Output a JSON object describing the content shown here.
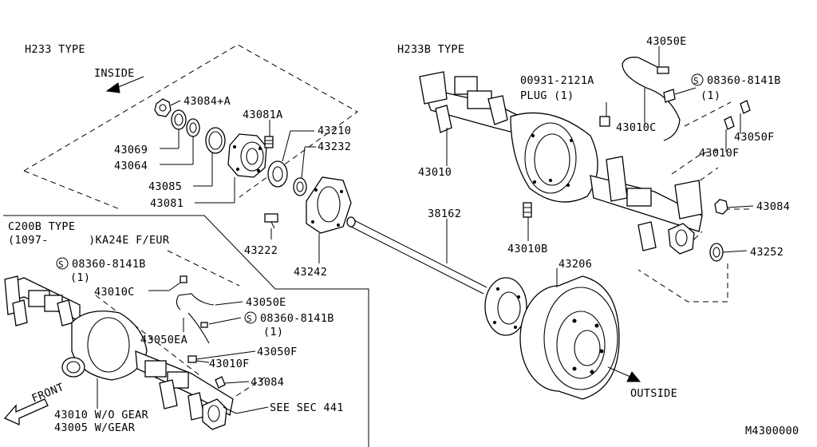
{
  "sections": {
    "h233": "H233 TYPE",
    "h233b": "H233B TYPE",
    "c200b": "C200B TYPE",
    "c200b_note": "(1097-      )KA24E F/EUR"
  },
  "directions": {
    "inside": "INSIDE",
    "outside": "OUTSIDE",
    "front": "FRONT"
  },
  "diagram_id": "M4300000",
  "callouts": {
    "p43084a": "43084+A",
    "p43069": "43069",
    "p43064": "43064",
    "p43085": "43085",
    "p43081": "43081",
    "p43081a": "43081A",
    "p43210": "43210",
    "p43232": "43232",
    "p43222": "43222",
    "p43242": "43242",
    "p43050e_top": "43050E",
    "p00931": "00931-2121A",
    "plug": "PLUG (1)",
    "s08360_top": "08360-8141B",
    "s08360_top_qty": "(1)",
    "p43010c_top": "43010C",
    "p43050f_top": "43050F",
    "p43010f_top": "43010F",
    "p43010_top": "43010",
    "p43084_top": "43084",
    "p43252": "43252",
    "p38162": "38162",
    "p43010b": "43010B",
    "p43206": "43206",
    "s08360_left": "08360-8141B",
    "s08360_left_qty": "(1)",
    "p43010c_left": "43010C",
    "p43050e_left": "43050E",
    "s08360_mid": "08360-8141B",
    "s08360_mid_qty": "(1)",
    "p43050ea": "43050EA",
    "p43050f_left": "43050F",
    "p43010f_left": "43010F",
    "p43084_left": "43084",
    "see_sec": "SEE SEC 441",
    "p43010_wo": "43010 W/O GEAR",
    "p43005_w": "43005 W/GEAR"
  }
}
